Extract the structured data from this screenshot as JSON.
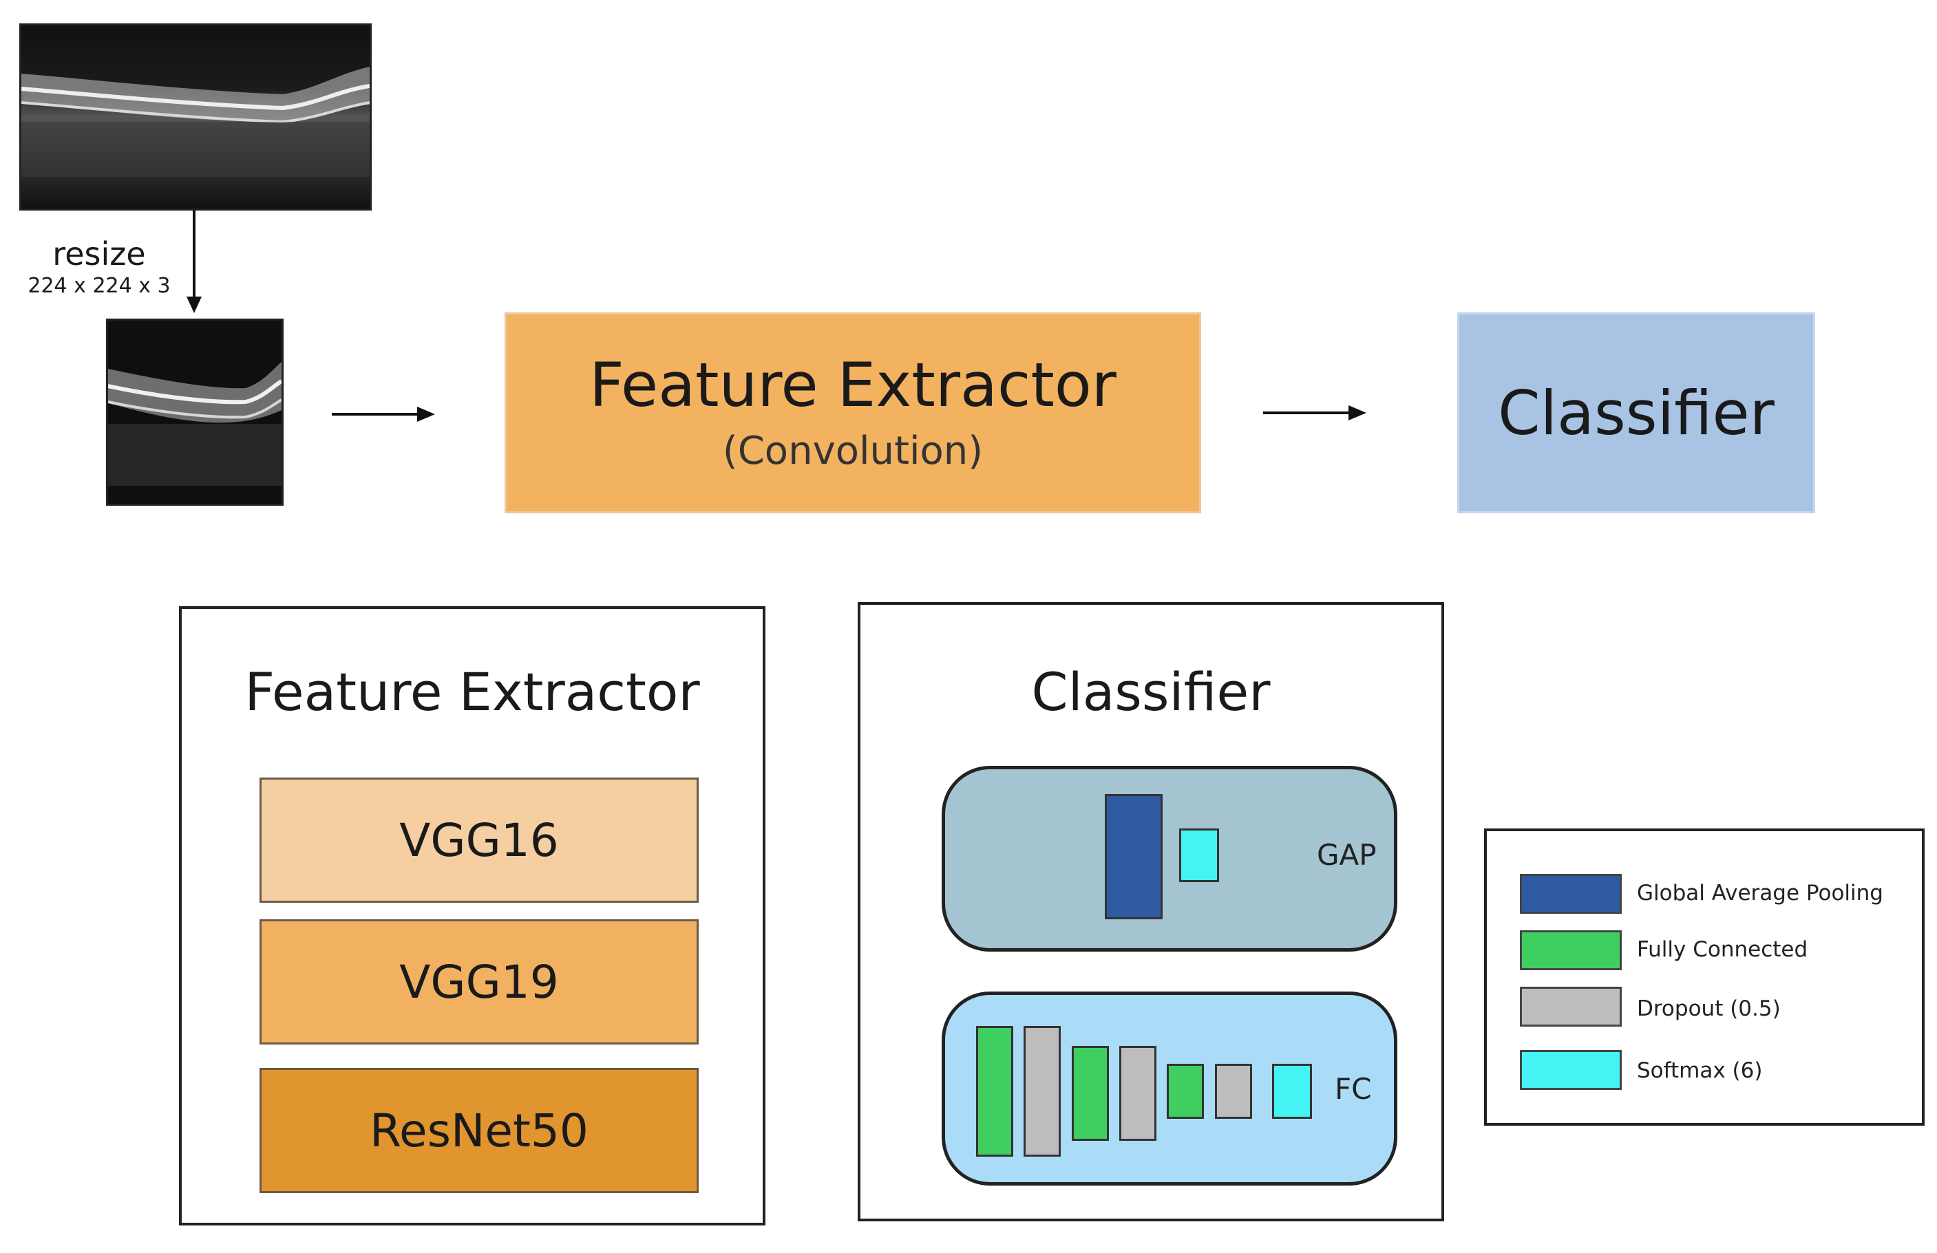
{
  "input": {
    "resize_label": "resize",
    "resize_dims": "224 x 224 x 3"
  },
  "pipeline": {
    "feature_extractor_title": "Feature Extractor",
    "feature_extractor_subtitle": "(Convolution)",
    "classifier_title": "Classifier"
  },
  "feature_extractor_panel": {
    "title": "Feature Extractor",
    "models": [
      {
        "label": "VGG16",
        "color": "#f5cfa1"
      },
      {
        "label": "VGG19",
        "color": "#f2b161"
      },
      {
        "label": "ResNet50",
        "color": "#e0952e"
      }
    ]
  },
  "classifier_panel": {
    "title": "Classifier",
    "gap_label": "GAP",
    "fc_label": "FC"
  },
  "legend": {
    "items": [
      {
        "label": "Global Average Pooling",
        "color": "#2d5aa0"
      },
      {
        "label": "Fully Connected",
        "color": "#3fcf60"
      },
      {
        "label": "Dropout (0.5)",
        "color": "#bdbdbd"
      },
      {
        "label": "Softmax (6)",
        "color": "#44f3f3"
      }
    ]
  },
  "colors": {
    "feature_extractor": "#f3b25f",
    "classifier": "#a9c3e4",
    "gap_container": "#a3c4d0",
    "fc_container": "#aadcf7"
  }
}
